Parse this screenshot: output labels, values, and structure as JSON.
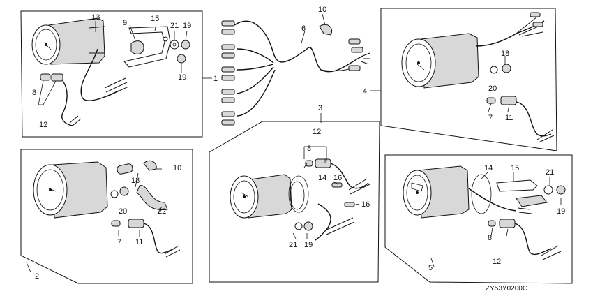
{
  "diagram_code": "ZY53Y0200C",
  "groups": [
    {
      "id": "1",
      "label": "1"
    },
    {
      "id": "2",
      "label": "2"
    },
    {
      "id": "3",
      "label": "3"
    },
    {
      "id": "4",
      "label": "4"
    },
    {
      "id": "5",
      "label": "5"
    }
  ],
  "callouts": {
    "g1": [
      "13",
      "9",
      "15",
      "21",
      "19",
      "19",
      "8",
      "12"
    ],
    "harness": [
      "10",
      "6"
    ],
    "g4": [
      "18",
      "20",
      "7",
      "11"
    ],
    "g2": [
      "10",
      "18",
      "20",
      "22",
      "7",
      "11"
    ],
    "g3": [
      "12",
      "8",
      "14",
      "16",
      "16",
      "21",
      "19"
    ],
    "g5": [
      "14",
      "15",
      "21",
      "19",
      "8",
      "12"
    ]
  }
}
